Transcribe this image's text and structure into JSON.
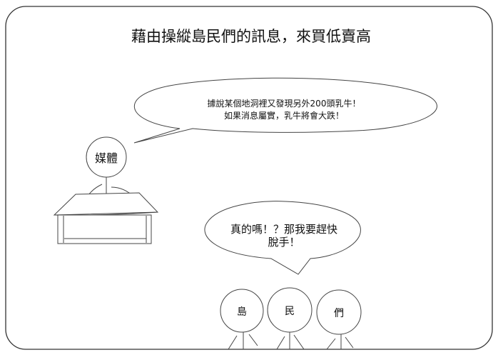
{
  "title": "藉由操縱島民們的訊息，來買低賣高",
  "media": {
    "label": "媒體",
    "speech": [
      "據說某個地洞裡又發現另外200頭乳牛！",
      "如果消息屬實，乳牛將會大跌！"
    ]
  },
  "islanders": {
    "speech": [
      "真的嗎！？那我要趕快",
      "脫手！"
    ],
    "people": [
      "島",
      "民",
      "們"
    ]
  }
}
